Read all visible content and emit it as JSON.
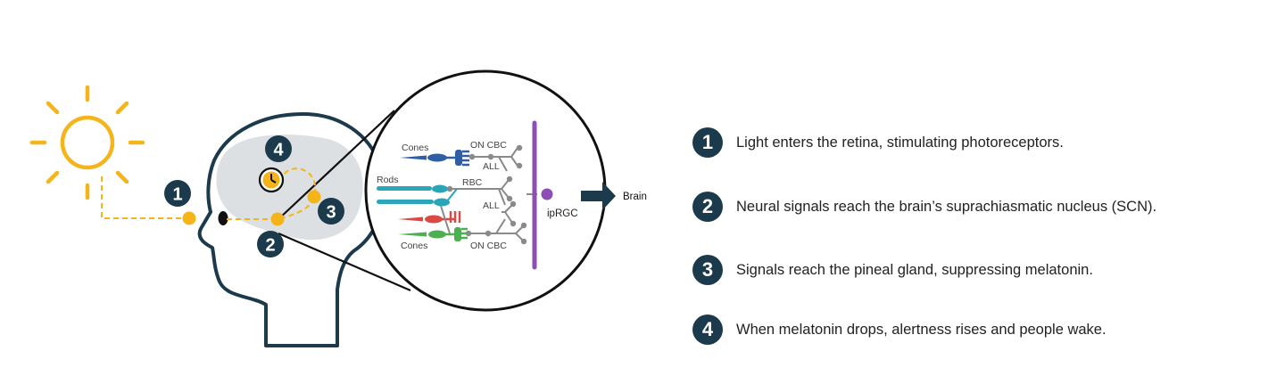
{
  "colors": {
    "navy": "#1b3a4b",
    "sun": "#f4b41a",
    "brain": "#dde0e3",
    "cones_blue": "#2e5fa6",
    "rods": "#2aa6b8",
    "cones_red": "#d94a45",
    "cones_green": "#4caf50",
    "circuit_gray": "#8a8a8a",
    "iprgc": "#8e4fb5"
  },
  "icons": [
    "sun-icon",
    "head-silhouette-icon",
    "clock-icon",
    "arrow-right-icon"
  ],
  "diagram": {
    "markers": [
      "1",
      "2",
      "3",
      "4"
    ],
    "retina": {
      "labels": {
        "cones_top": "Cones",
        "rods": "Rods",
        "cones_bottom": "Cones",
        "on_cbc_top": "ON CBC",
        "all_top": "ALL",
        "rbc": "RBC",
        "all_bottom": "ALL",
        "on_cbc_bottom": "ON CBC",
        "iprgc": "ipRGC"
      }
    },
    "brain_label": "Brain"
  },
  "steps": [
    {
      "number": "1",
      "text": "Light enters the retina, stimulating photoreceptors."
    },
    {
      "number": "2",
      "text": "Neural signals reach the brain’s suprachiasmatic nucleus (SCN)."
    },
    {
      "number": "3",
      "text": "Signals reach the pineal gland, suppressing melatonin."
    },
    {
      "number": "4",
      "text": "When melatonin drops, alertness rises and people wake."
    }
  ]
}
